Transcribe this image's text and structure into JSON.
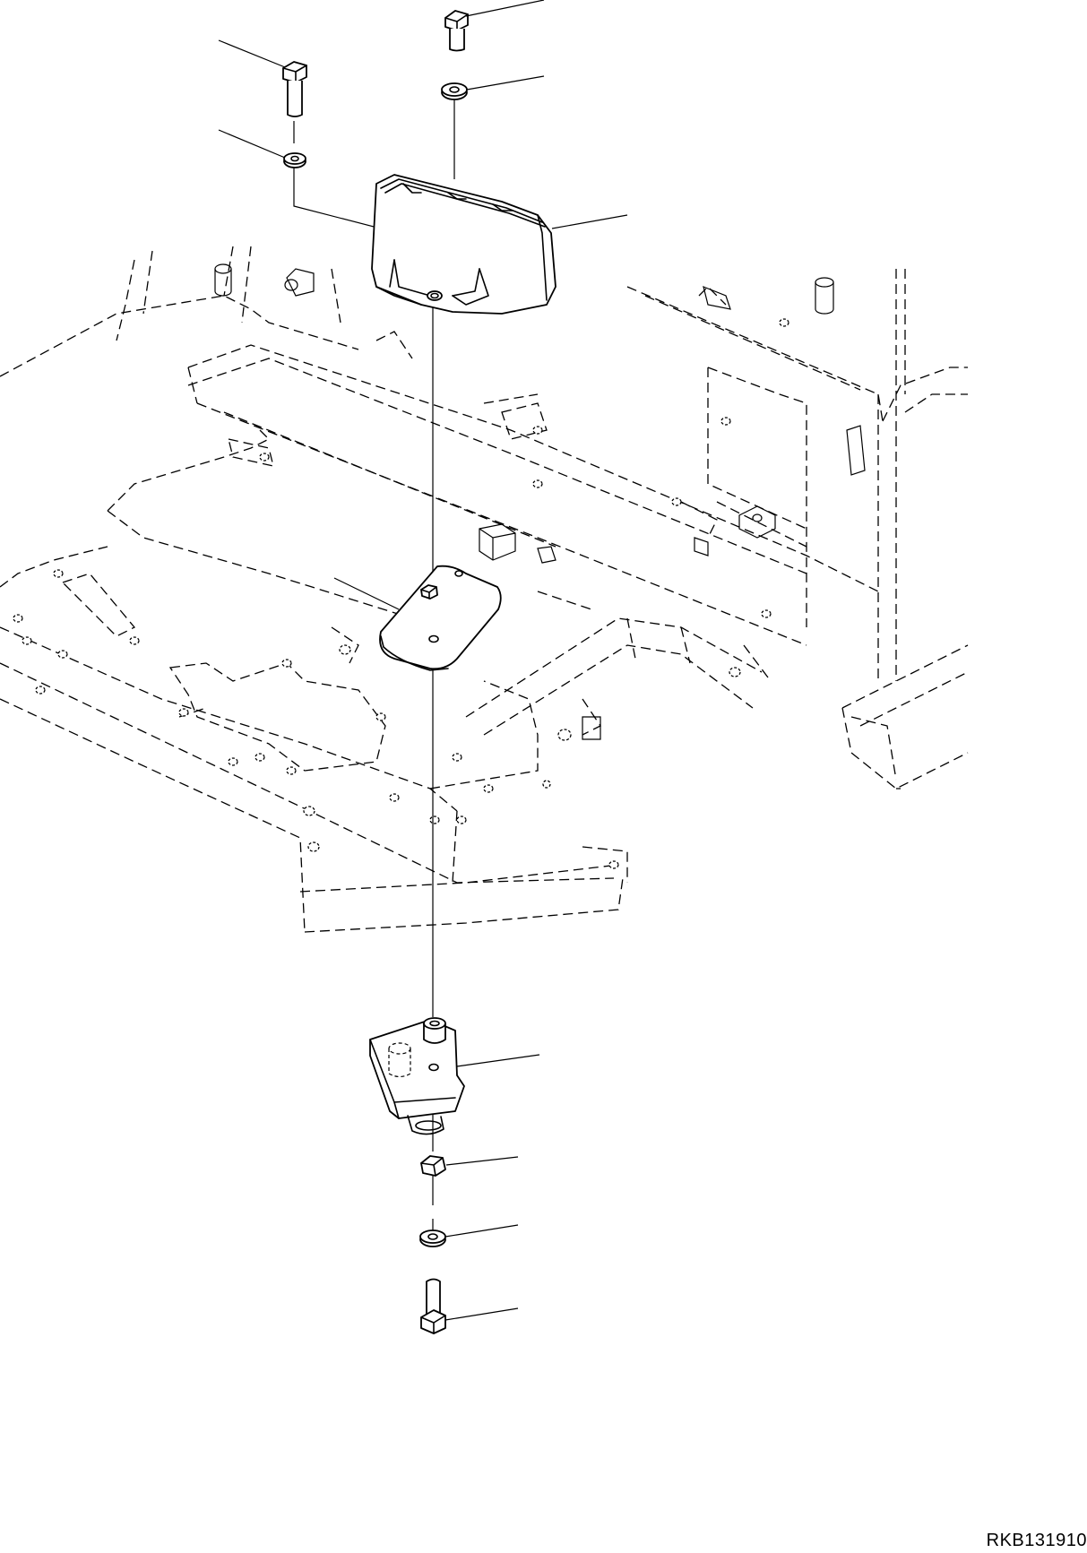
{
  "figure": {
    "code": "RKB131910"
  },
  "parts": [
    {
      "name": "upper-right-bolt"
    },
    {
      "name": "upper-right-washer"
    },
    {
      "name": "upper-left-bolt"
    },
    {
      "name": "upper-left-washer"
    },
    {
      "name": "damper-cover"
    },
    {
      "name": "mount-plate"
    },
    {
      "name": "lower-bracket"
    },
    {
      "name": "lower-nut"
    },
    {
      "name": "lower-washer"
    },
    {
      "name": "lower-bolt"
    }
  ]
}
